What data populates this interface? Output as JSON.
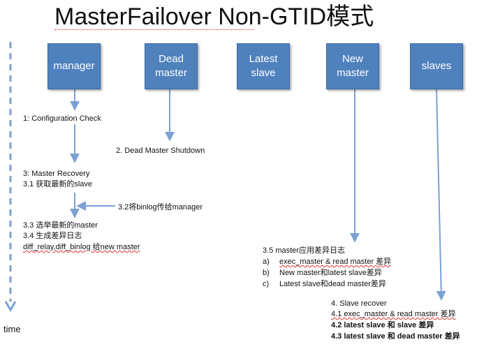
{
  "title": "MasterFailover Non-GTID模式",
  "timeline_label": "time",
  "boxes": {
    "manager": "manager",
    "dead_master": "Dead\nmaster",
    "latest_slave": "Latest\nslave",
    "new_master": "New\nmaster",
    "slaves": "slaves"
  },
  "steps": {
    "s1": "1: Configuration Check",
    "s2": "2. Dead Master Shutdown",
    "s3": "3: Master Recovery",
    "s3_1": "3.1 获取最新的slave",
    "s3_2": "3.2将binlog传给manager",
    "s3_3": "3.3  选举最新的master",
    "s3_4": "3.4  生成差异日志",
    "s3_4b": "diff_relay,diff_binlog 给new master",
    "s3_5": "3.5 master应用差异日志",
    "s3_5a_mark": "a)",
    "s3_5a": "exec_master & read master 差异",
    "s3_5b_mark": "b)",
    "s3_5b": "New master和latest slave差异",
    "s3_5c_mark": "c)",
    "s3_5c": "Latest slave和dead master差异",
    "s4": "4. Slave recover",
    "s4_1": "4.1 exec_master & read master 差异",
    "s4_2": "4.2 latest slave 和 slave 差异",
    "s4_3": "4.3 latest slave 和 dead master 差异"
  },
  "colors": {
    "box_fill": "#4f81bd",
    "arrow": "#7aa1d2"
  }
}
